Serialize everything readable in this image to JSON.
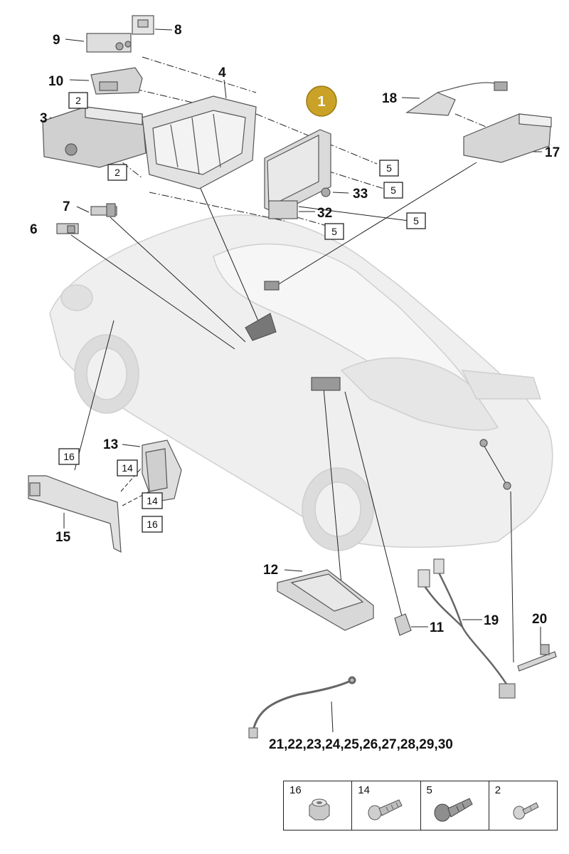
{
  "highlight": {
    "label": "1",
    "color": "#C9A227"
  },
  "callouts": {
    "c3": "3",
    "c4": "4",
    "c6": "6",
    "c7": "7",
    "c8": "8",
    "c9": "9",
    "c10": "10",
    "c11": "11",
    "c12": "12",
    "c13": "13",
    "c15": "15",
    "c17": "17",
    "c18": "18",
    "c19": "19",
    "c20": "20",
    "c32": "32",
    "c33": "33",
    "c21_30": "21,22,23,24,25,26,27,28,29,30"
  },
  "boxed": {
    "b2a": "2",
    "b2b": "2",
    "b5a": "5",
    "b5b": "5",
    "b5c": "5",
    "b5d": "5",
    "b16a": "16",
    "b14a": "14",
    "b14b": "14",
    "b16b": "16"
  },
  "legend": [
    {
      "number": "16",
      "icon": "nut-icon"
    },
    {
      "number": "14",
      "icon": "bolt-icon"
    },
    {
      "number": "5",
      "icon": "screw-large-icon"
    },
    {
      "number": "2",
      "icon": "screw-small-icon"
    }
  ],
  "colors": {
    "line": "#222222",
    "part": "#d9d9d9",
    "car": "#ececec"
  }
}
